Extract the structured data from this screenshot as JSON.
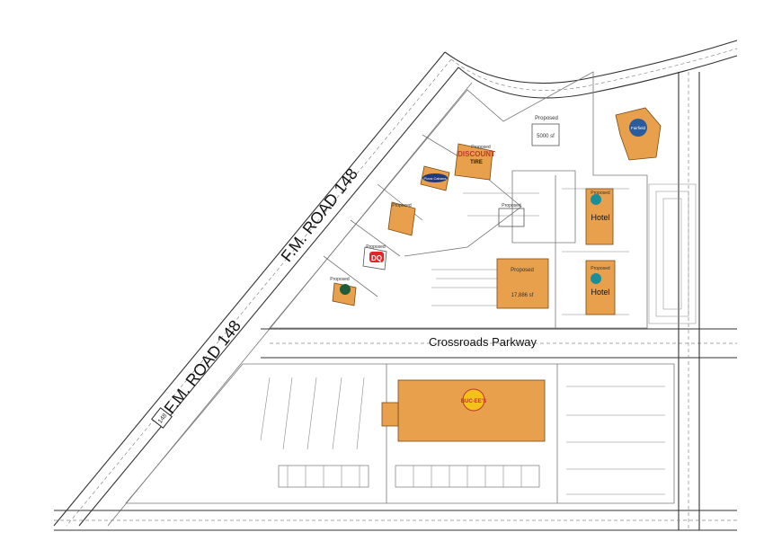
{
  "roads": {
    "fm148_upper": "F.M. ROAD 148",
    "fm148_lower": "F.M. ROAD 148",
    "crossroads": "Crossroads Parkway",
    "shield": "148"
  },
  "pads": {
    "top_proposed": "Proposed",
    "top_size": "5000 sf",
    "fairfield_brand": "Fairfield",
    "discount_proposed": "Proposed",
    "discount_brand": "DISCOUNT",
    "discount_sub": "TIRE",
    "pizza_brand": "Pizza Cabana",
    "whataburger_proposed": "Proposed",
    "dq_proposed": "Proposed",
    "dq_brand": "DQ",
    "starbucks_proposed": "Proposed",
    "small_proposed": "Proposed",
    "hotel1_proposed": "Proposed",
    "hotel1_label": "Hotel",
    "hotel2_proposed": "Proposed",
    "hotel2_label": "Hotel",
    "retail_proposed": "Proposed",
    "retail_size": "17,886 sf",
    "bucees_brand": "BUC-EE'S"
  },
  "colors": {
    "building": "#e8a04c",
    "building_stroke": "#7a4a12",
    "road_line": "#777777"
  }
}
